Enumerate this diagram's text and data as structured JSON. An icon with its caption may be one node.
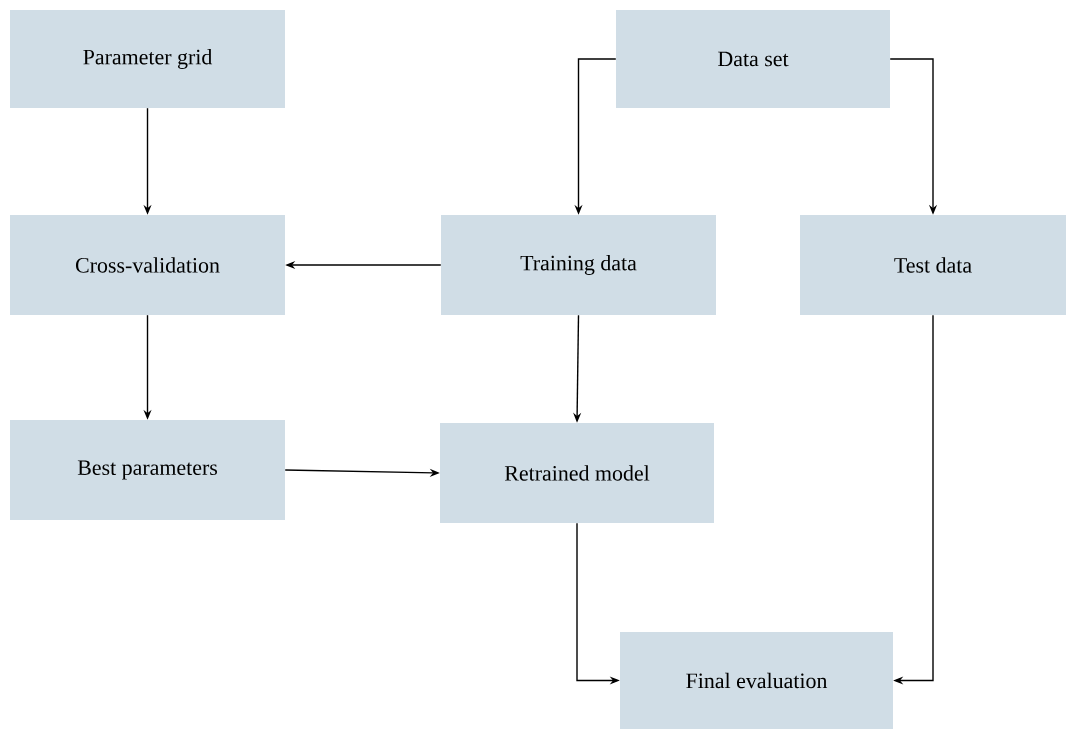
{
  "diagram": {
    "nodes": [
      {
        "text": [
          "Parameter grid"
        ]
      },
      {
        "text": [
          "Data set"
        ]
      },
      {
        "text": [
          "Cross-validation"
        ]
      },
      {
        "text": [
          "Training data"
        ]
      },
      {
        "text": [
          "Test data"
        ]
      },
      {
        "text": [
          "Best parameters"
        ]
      },
      {
        "text": [
          "Retrained model"
        ]
      },
      {
        "text": [
          "Final evaluation"
        ]
      }
    ],
    "edges": [
      {
        "from": 0,
        "to": 2,
        "arrow": "to"
      },
      {
        "from": 1,
        "to": 3,
        "arrow": "to"
      },
      {
        "from": 1,
        "to": 4,
        "arrow": "to"
      },
      {
        "from": 3,
        "to": 2,
        "arrow": "to"
      },
      {
        "from": 2,
        "to": 5,
        "arrow": "to"
      },
      {
        "from": 3,
        "to": 6,
        "arrow": "to"
      },
      {
        "from": 5,
        "to": 6,
        "arrow": "to"
      },
      {
        "from": 6,
        "to": 7,
        "arrow": "to"
      },
      {
        "from": 4,
        "to": 7,
        "arrow": "to"
      }
    ]
  }
}
